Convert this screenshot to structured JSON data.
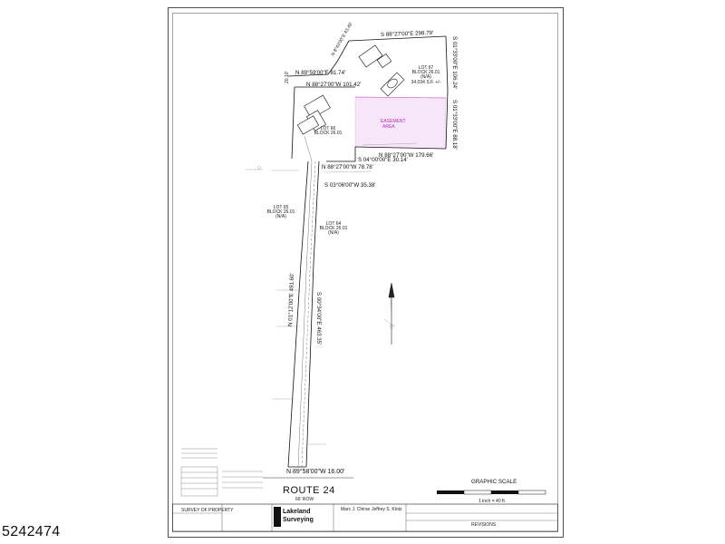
{
  "listing_id": "5242474",
  "bearings": {
    "top_east": "S 88°27'00\"E 298.79'",
    "top_mid": "N 89°59'00\"E 81.74'",
    "upper_left_diag": "N 8°43'00\"E 43.49'",
    "upper_west": "N 88°27'00\"W 101.42'",
    "mid_south": "S 04°00'00\"E 30.14'",
    "mid_west": "N 88°27'00\"W 179.66'",
    "lower_west": "N 88°27'00\"W 78.78'",
    "lower_south": "S 03°06'00\"W 35.38'",
    "west_long": "N 01°12'00\"E 491.60'",
    "mid_long": "S 00°34'00\"E 463.35'",
    "east_long": "S 01°33'00\"E 106.24'",
    "east_lower": "S 01°33'00\"E 88.18'",
    "bottom": "N 89°58'00\"W 16.00'",
    "left_short": "20.10'"
  },
  "lots": {
    "lot_67_label": "LOT 67",
    "lot_67_block": "BLOCK 26.01",
    "lot_67_area": "34,034 S.F. +/-",
    "lot_66_label": "LOT 66",
    "lot_66_block": "BLOCK 26.01",
    "lot_65_label": "LOT 65",
    "lot_65_block": "BLOCK 26.01",
    "lot_64_label": "LOT 64",
    "lot_64_block": "BLOCK 26.01",
    "n_a": "(N/A)"
  },
  "road": {
    "name": "ROUTE 24",
    "row": "66' ROW"
  },
  "scale": {
    "title": "GRAPHIC SCALE",
    "note": "1 inch = 40 ft."
  },
  "title_block": {
    "survey_title": "SURVEY OF PROPERTY",
    "company_line1": "Lakeland",
    "company_line2": "Surveying",
    "surveyor_1": "Marc J. Chirse",
    "surveyor_2": "Jeffrey S. Klotz",
    "revisions": "REVISIONS"
  }
}
